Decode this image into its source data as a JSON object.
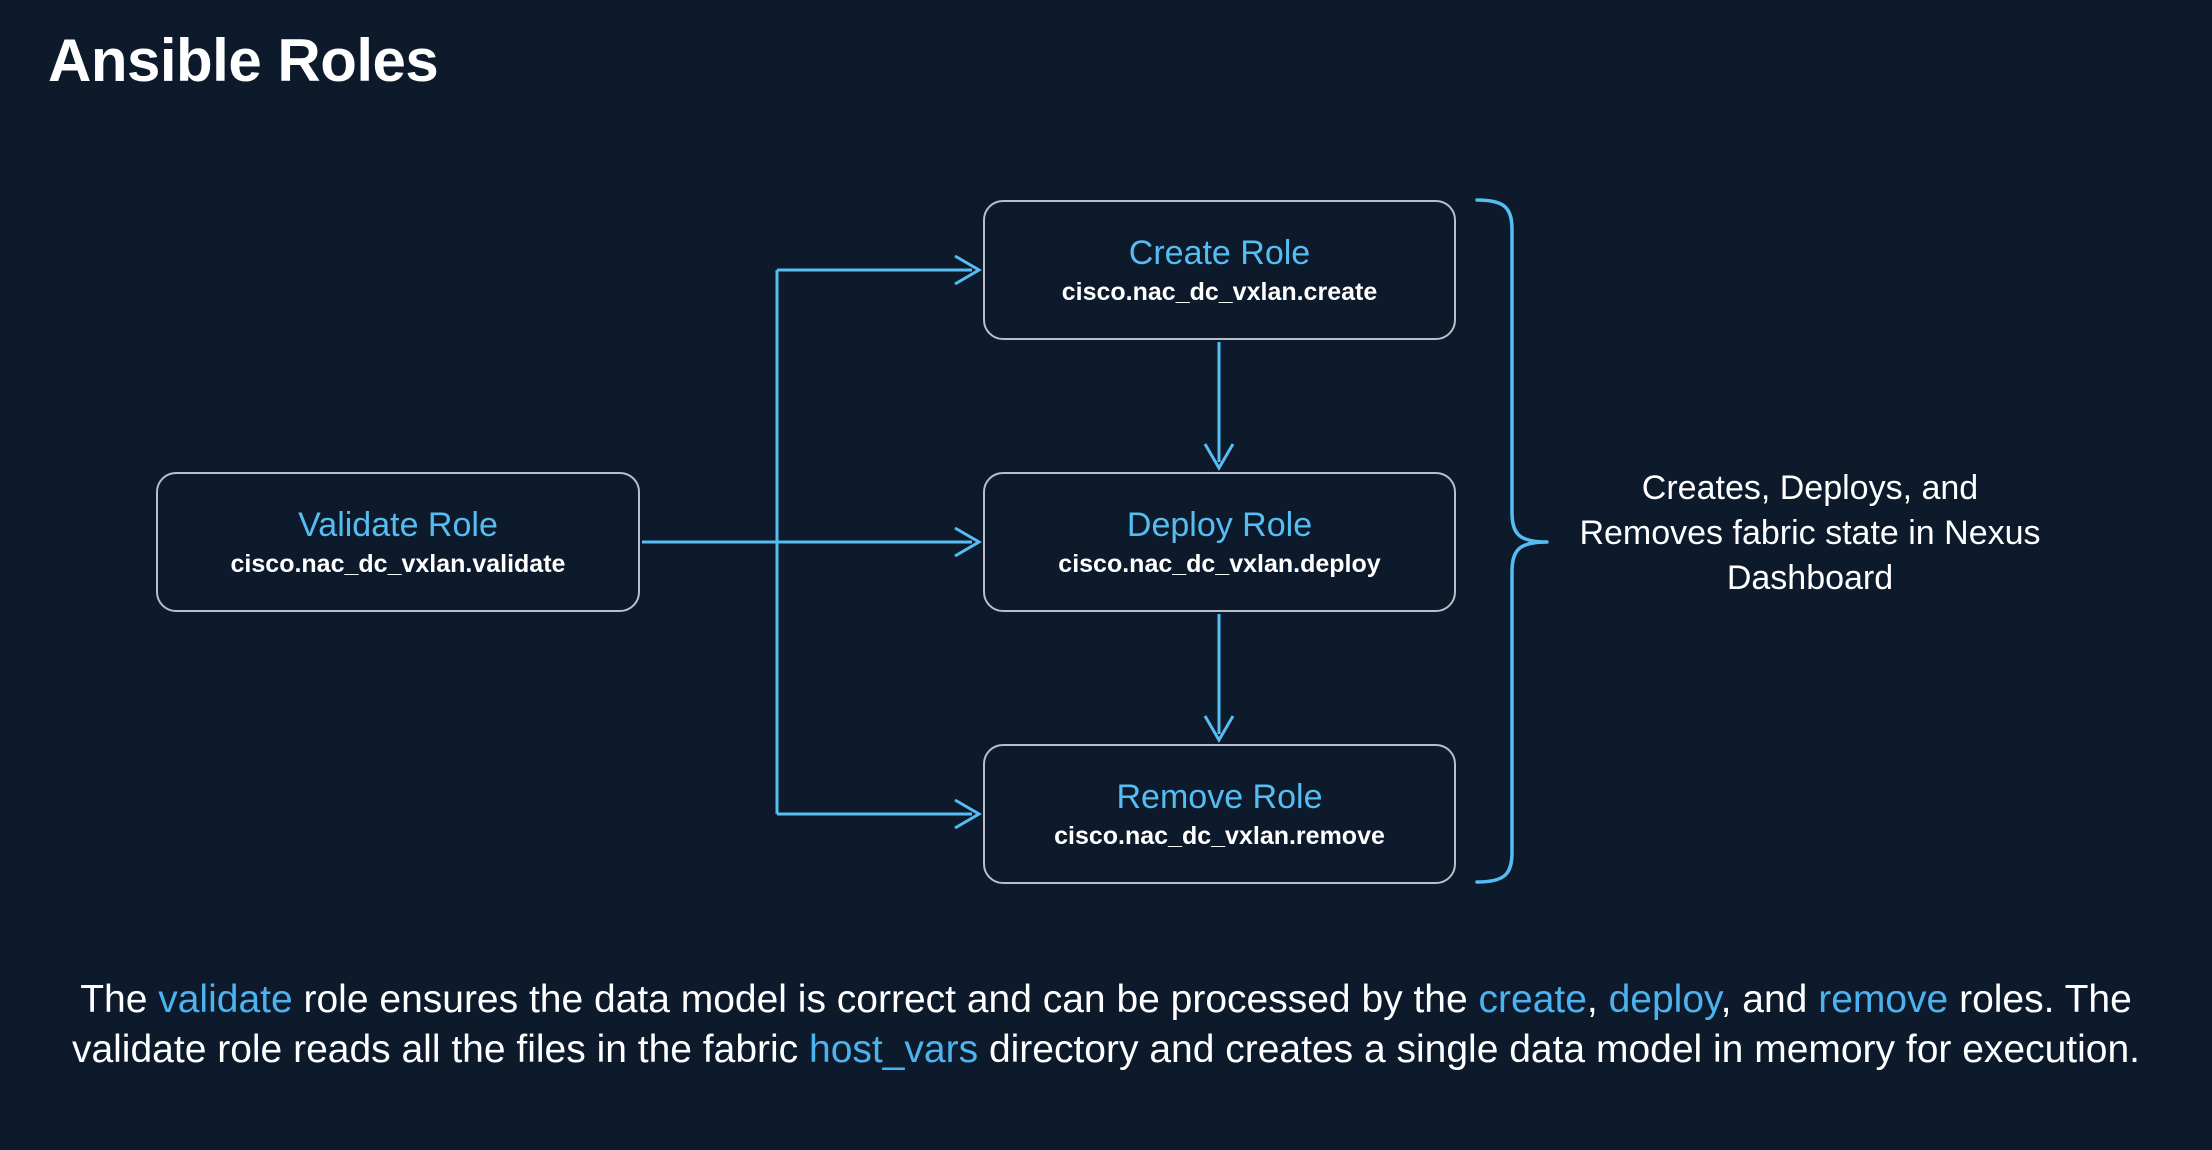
{
  "slide": {
    "title": "Ansible Roles",
    "background_color": "#0c1a2b",
    "accent_color": "#56bdf2",
    "box_border_color": "#b9bfc9",
    "text_color": "#ffffff"
  },
  "diagram": {
    "type": "flow",
    "boxes": [
      {
        "id": "validate",
        "title": "Validate Role",
        "fqcn": "cisco.nac_dc_vxlan.validate"
      },
      {
        "id": "create",
        "title": "Create Role",
        "fqcn": "cisco.nac_dc_vxlan.create"
      },
      {
        "id": "deploy",
        "title": "Deploy Role",
        "fqcn": "cisco.nac_dc_vxlan.deploy"
      },
      {
        "id": "remove",
        "title": "Remove Role",
        "fqcn": "cisco.nac_dc_vxlan.remove"
      }
    ],
    "connections": [
      {
        "from": "validate",
        "to": "create"
      },
      {
        "from": "validate",
        "to": "deploy"
      },
      {
        "from": "validate",
        "to": "remove"
      },
      {
        "from": "create",
        "to": "deploy"
      },
      {
        "from": "deploy",
        "to": "remove"
      }
    ],
    "brace_caption": "Creates, Deploys, and Removes fabric state in Nexus Dashboard"
  },
  "footnote": {
    "segments": [
      {
        "text": "The ",
        "highlight": false
      },
      {
        "text": "validate",
        "highlight": true
      },
      {
        "text": " role ensures the data model is correct and can be processed by the ",
        "highlight": false
      },
      {
        "text": "create",
        "highlight": true
      },
      {
        "text": ", ",
        "highlight": false
      },
      {
        "text": "deploy",
        "highlight": true
      },
      {
        "text": ", and ",
        "highlight": false
      },
      {
        "text": "remove",
        "highlight": true
      },
      {
        "text": " roles. The validate role reads all the files in the fabric ",
        "highlight": false
      },
      {
        "text": "host_vars",
        "highlight": true
      },
      {
        "text": " directory and creates a single data model in memory for execution.",
        "highlight": false
      }
    ],
    "plain_text": "The validate role ensures the data model is correct and can be processed by the create, deploy, and remove roles. The validate role reads all the files in the fabric host_vars directory and creates a single data model in memory for execution."
  }
}
